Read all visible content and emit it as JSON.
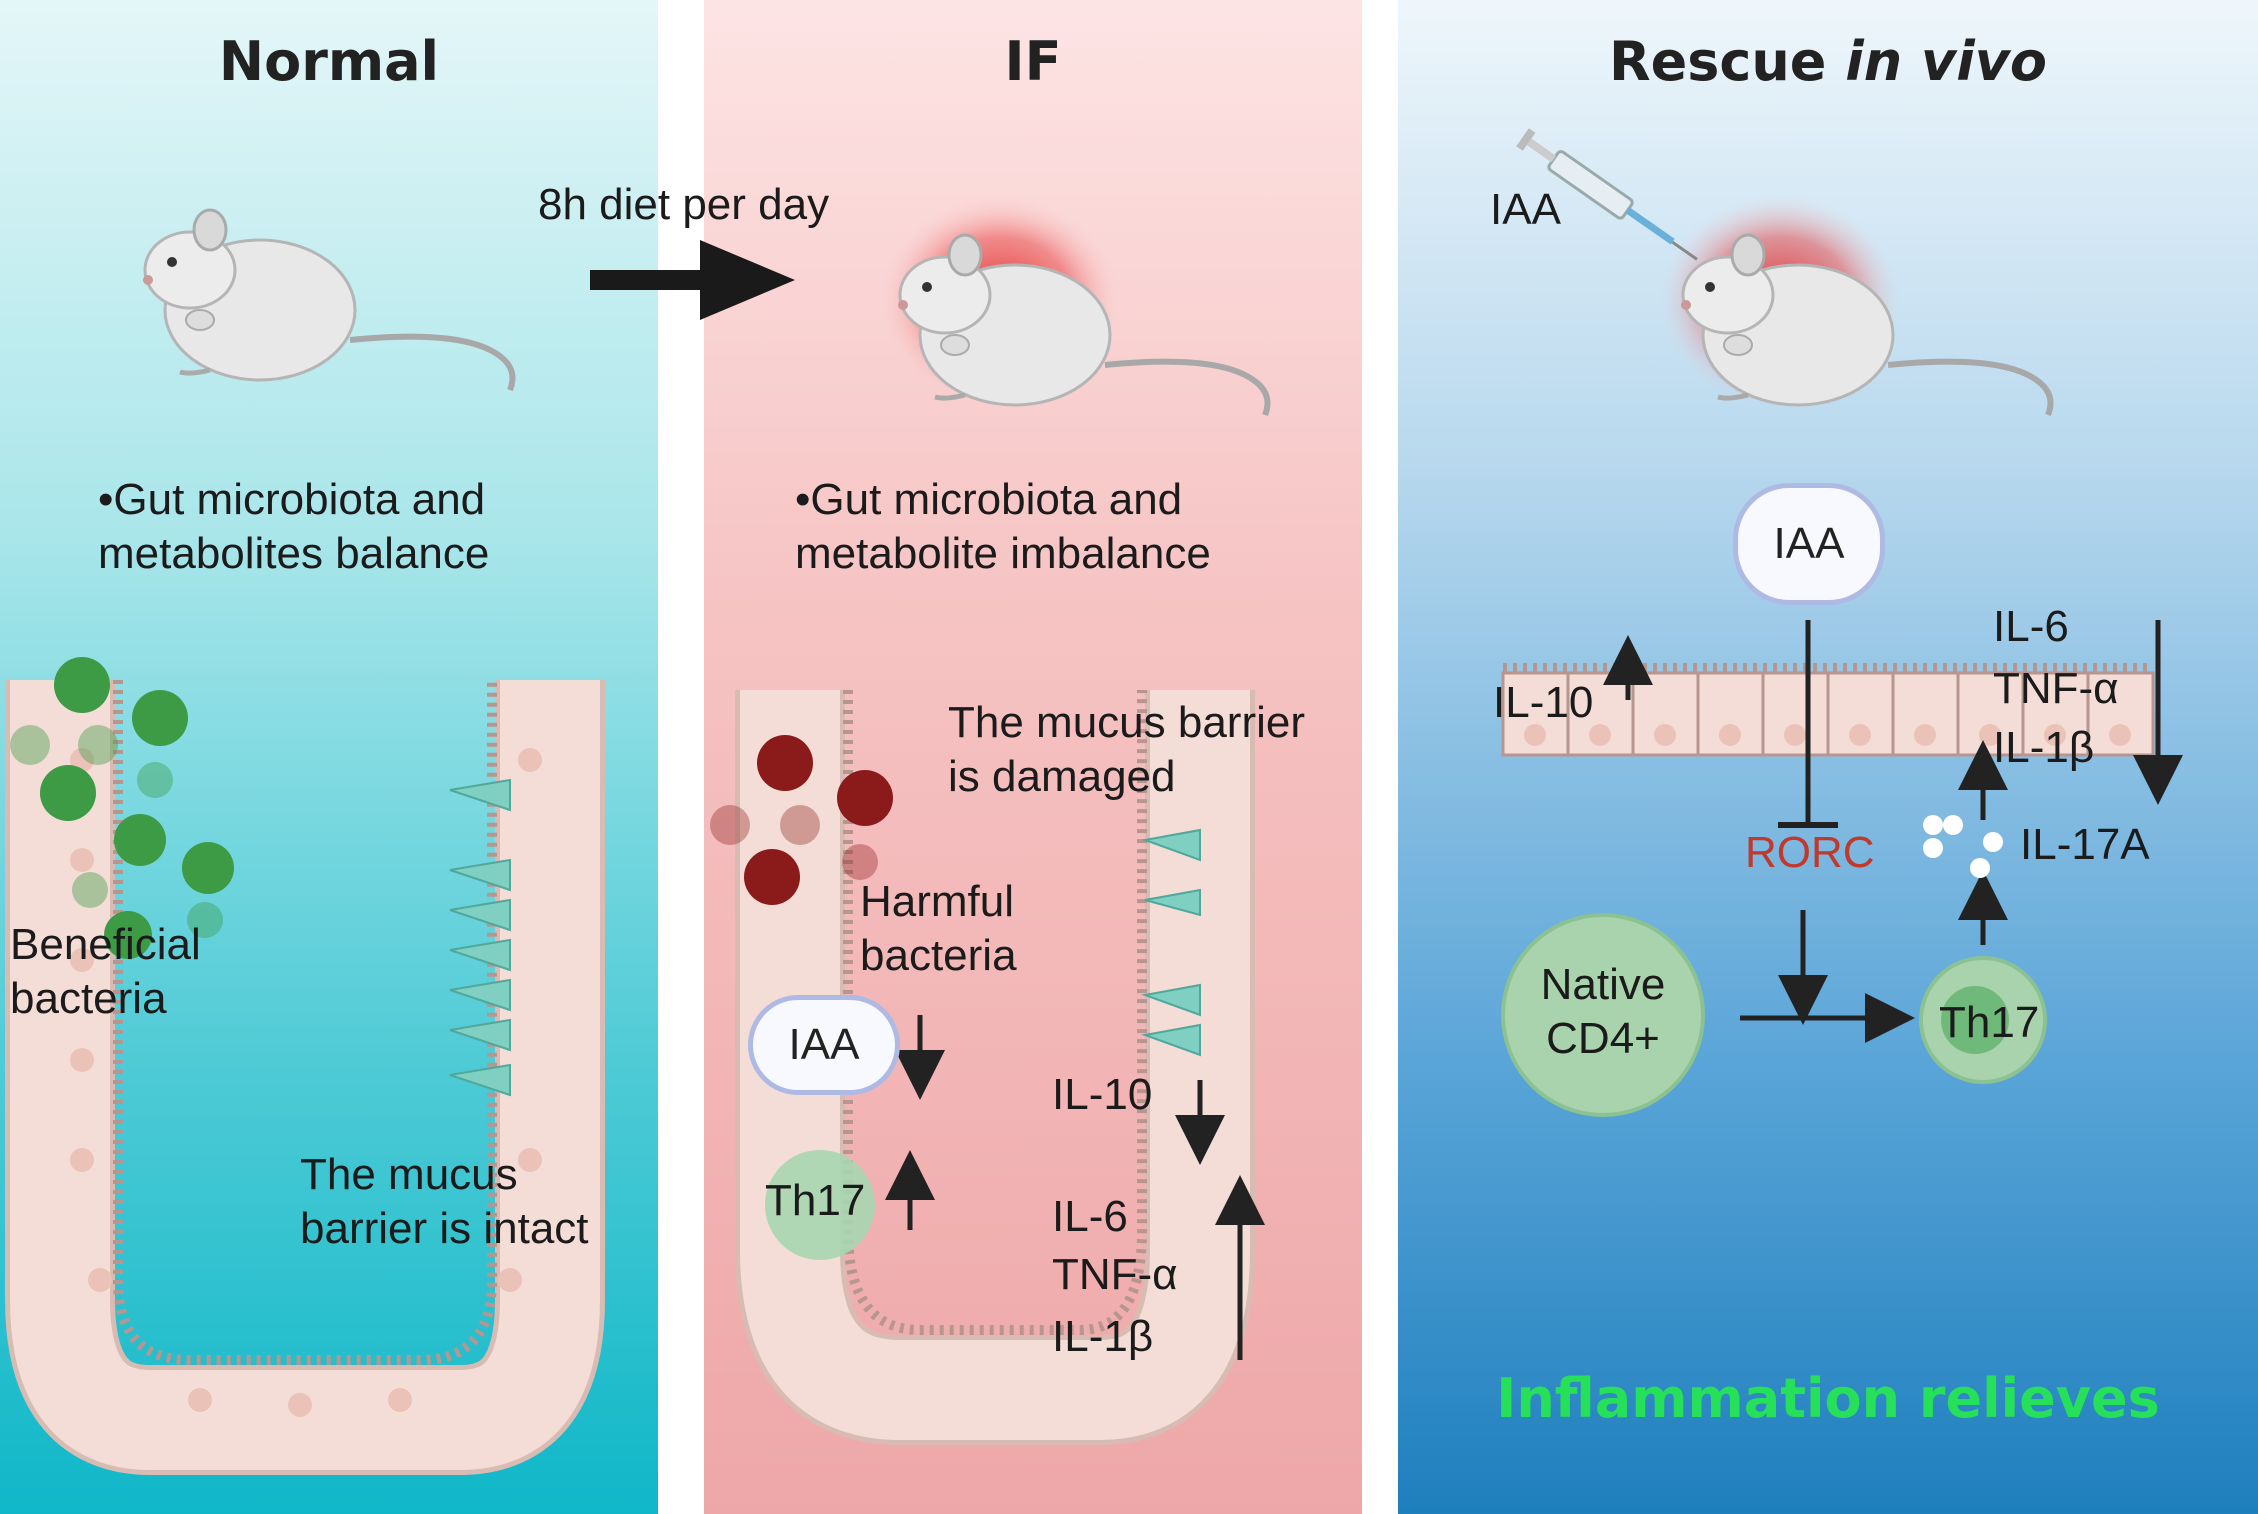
{
  "panels": {
    "normal": {
      "title": "Normal",
      "point1": "•Gut microbiota and",
      "point2": "metabolites balance",
      "bacteria_line1": "Beneficial",
      "bacteria_line2": "bacteria",
      "mucus_line1": "The mucus",
      "mucus_line2": "barrier is intact"
    },
    "if": {
      "title": "IF",
      "diet": "8h diet per day",
      "point1": "•Gut microbiota and",
      "point2": "metabolite imbalance",
      "mucus_line1": "The mucus barrier",
      "mucus_line2": "is damaged",
      "bacteria_line1": "Harmful",
      "bacteria_line2": "bacteria",
      "iaa": "IAA",
      "th17": "Th17",
      "il10": "IL-10",
      "il6": "IL-6",
      "tnf": "TNF-α",
      "il1b": "IL-1β"
    },
    "rescue": {
      "title_main": "Rescue ",
      "title_italic": "in vivo",
      "injection": "IAA",
      "iaa": "IAA",
      "il10": "IL-10",
      "il6": "IL-6",
      "tnf": "TNF-α",
      "il1b": "IL-1β",
      "rorc": "RORC",
      "il17a": "IL-17A",
      "cd4_line1": "Native",
      "cd4_line2": "CD4+",
      "th17": "Th17",
      "conclusion": "Inflammation relieves"
    }
  },
  "colors": {
    "rorc": "#c0392b",
    "conclusion": "#27e05a",
    "beneficial_bacteria": "#2f8c3a",
    "harmful_bacteria": "#8b1a1a"
  }
}
